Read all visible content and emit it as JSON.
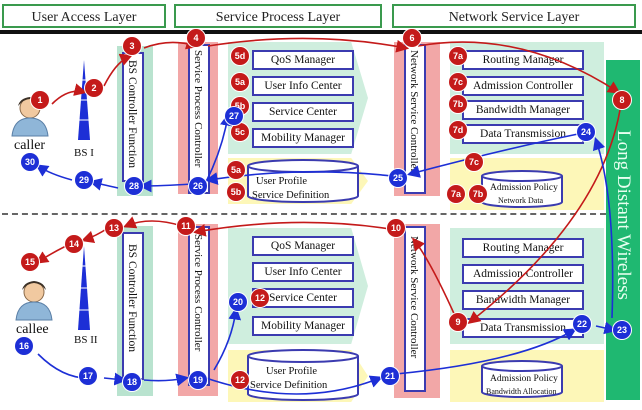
{
  "headers": {
    "user_access": "User Access Layer",
    "service_process": "Service Process Layer",
    "network_service": "Network Service Layer"
  },
  "top": {
    "caller": "caller",
    "bs": "BS I",
    "bs_controller": "BS Controller Function",
    "service_process_controller": "Service Process Controller",
    "network_service_controller": "Network Service Controller",
    "qos_manager": "QoS Manager",
    "user_info_center": "User Info Center",
    "service_center": "Service Center",
    "mobility_manager": "Mobility Manager",
    "user_profile": "User Profile",
    "service_definition": "Service Definition",
    "routing_manager": "Routing Manager",
    "admission_controller": "Admission Controller",
    "bandwidth_manager": "Bandwidth Manager",
    "data_transmission": "Data Transmission",
    "admission_policy": "Admission Policy",
    "network_data": "Network Data"
  },
  "bottom": {
    "callee": "callee",
    "bs": "BS II",
    "bs_controller": "BS Controller Function",
    "service_process_controller": "Service Process Controller",
    "network_service_controller": "Network Service Controller",
    "qos_manager": "QoS Manager",
    "user_info_center": "User Info Center",
    "service_center": "Service Center",
    "mobility_manager": "Mobility Manager",
    "user_profile": "User Profile",
    "service_definition": "Service Definition",
    "routing_manager": "Routing Manager",
    "admission_controller": "Admission Controller",
    "bandwidth_manager": "Bandwidth Manager",
    "data_transmission": "Data Transmission",
    "admission_policy": "Admission Policy",
    "bandwidth_allocation": "Bandwidth Allocation"
  },
  "long_distant_wireless": "Long Distant Wireless",
  "badges": {
    "b1": "1",
    "b2": "2",
    "b3": "3",
    "b4": "4",
    "b5a": "5a",
    "b5b": "5b",
    "b5c": "5c",
    "b5d": "5d",
    "b5a2": "5a",
    "b5b2": "5b",
    "b6": "6",
    "b7a": "7a",
    "b7c": "7c",
    "b7b": "7b",
    "b7d": "7d",
    "b7c2": "7c",
    "b7a2": "7a",
    "b7b2": "7b",
    "b8": "8",
    "b9": "9",
    "b10": "10",
    "b11": "11",
    "b12": "12",
    "b12b": "12",
    "b13": "13",
    "b14": "14",
    "b15": "15",
    "b16": "16",
    "b17": "17",
    "b18": "18",
    "b19": "19",
    "b20": "20",
    "b21": "21",
    "b22": "22",
    "b23": "23",
    "b24": "24",
    "b25": "25",
    "b26": "26",
    "b27": "27",
    "b28": "28",
    "b29": "29",
    "b30": "30"
  },
  "colors": {
    "red_badge": "#c41a1a",
    "blue_badge": "#1d2fd6",
    "green_panel": "#1fb871",
    "header_border": "#3a9a4e",
    "box_border": "#3b3bb0"
  }
}
